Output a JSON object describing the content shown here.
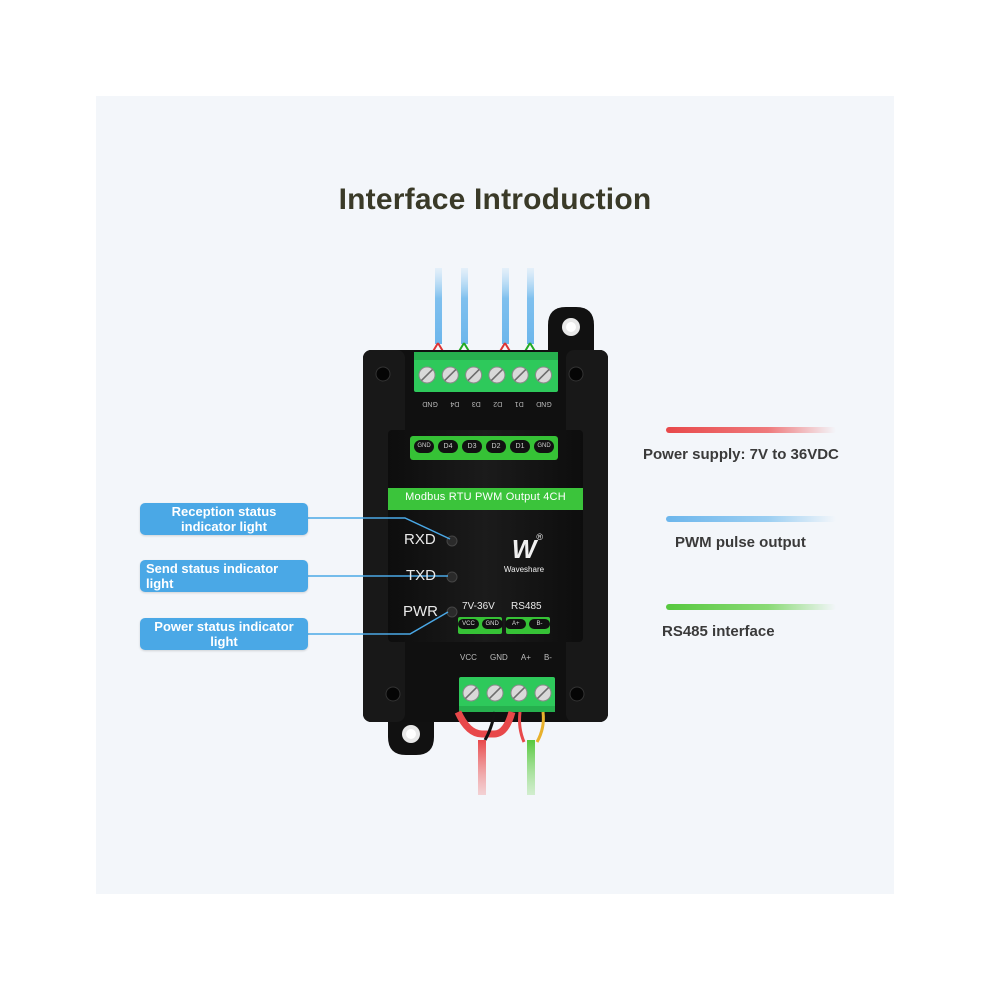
{
  "title": "Interface Introduction",
  "device": {
    "top_strip_label": "Modbus RTU PWM Output 4CH",
    "top_terminal_labels": [
      "GND",
      "D4",
      "D3",
      "D2",
      "D1",
      "GND"
    ],
    "top_led_labels": [
      "GND",
      "D4",
      "D3",
      "D2",
      "D1",
      "GND"
    ],
    "led_labels": {
      "rxd": "RXD",
      "txd": "TXD",
      "pwr": "PWR"
    },
    "logo_mark": "W",
    "logo_reg": "®",
    "brand": "Waveshare",
    "power_range": "7V-36V",
    "rs485": "RS485",
    "bottom_pin_labels": [
      "VCC",
      "GND",
      "A+",
      "B-"
    ],
    "bottom_terminal_labels": [
      "VCC",
      "GND",
      "A+",
      "B-"
    ]
  },
  "callouts": {
    "reception": "Reception status indicator light",
    "send": "Send status indicator light",
    "power": "Power status indicator light"
  },
  "legend": [
    {
      "label": "Power supply: 7V to 36VDC",
      "color": "#e8484a"
    },
    {
      "label": "PWM pulse output",
      "color": "#6cb6ec"
    },
    {
      "label": "RS485 interface",
      "color": "#56c83e"
    }
  ],
  "colors": {
    "background": "#f3f6fa",
    "housing": "#141414",
    "terminal_green": "#2ec95b",
    "strip_green": "#36c236",
    "callout_blue": "#4aa8e6",
    "wire_red": "#e8484a",
    "wire_blue": "#6cb6ec",
    "wire_green": "#56c83e",
    "wire_yellow": "#e8b12c"
  }
}
